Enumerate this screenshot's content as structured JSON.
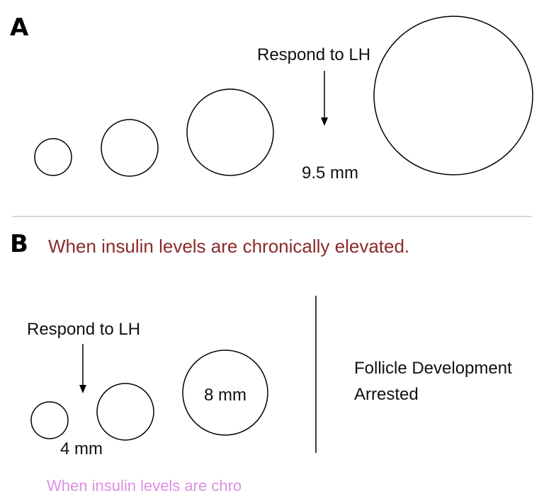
{
  "panel_a": {
    "letter": "A",
    "respond_label": "Respond to LH",
    "size_label": "9.5 mm"
  },
  "panel_b": {
    "letter": "B",
    "caption": "When insulin levels are chronically elevated.",
    "respond_label": "Respond to LH",
    "small_size_label": "4 mm",
    "large_size_label": "8 mm",
    "outcome_line1": "Follicle Development",
    "outcome_line2": "Arrested",
    "ghost_caption": "When insulin levels are chro"
  },
  "colors": {
    "caption": "#8b2a2a",
    "divider": "#cccccc",
    "ghost": "#d26bd9"
  }
}
